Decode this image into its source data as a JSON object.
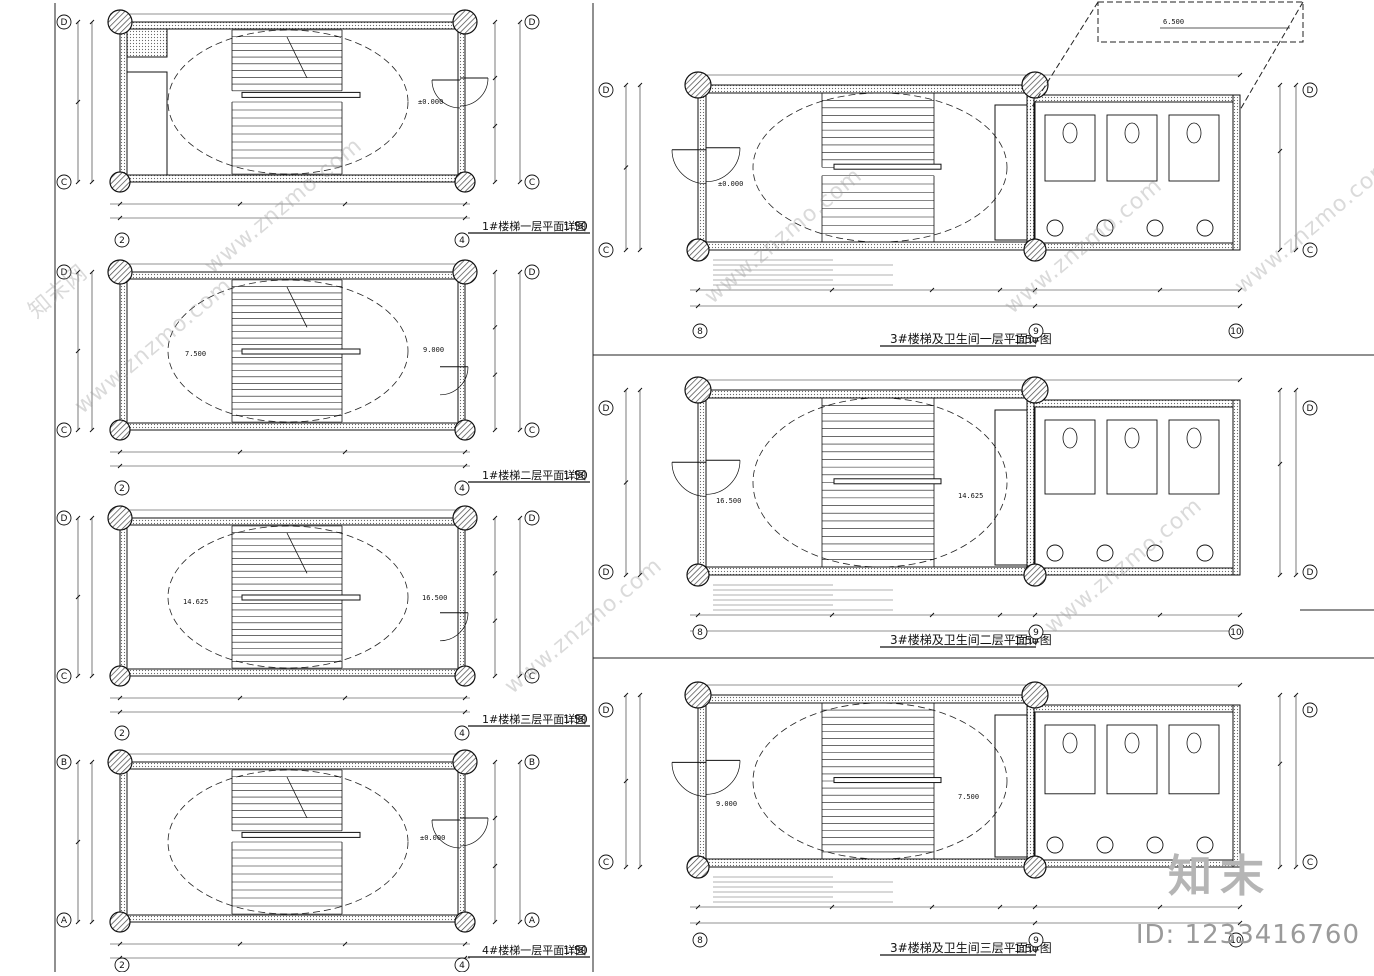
{
  "titles": {
    "p1": "1#楼梯一层平面详图",
    "p2": "1#楼梯二层平面详图",
    "p3": "1#楼梯三层平面详图",
    "p4": "4#楼梯一层平面详图",
    "r1": "3#楼梯及卫生间一层平面详图",
    "r2": "3#楼梯及卫生间二层平面详图",
    "r3": "3#楼梯及卫生间三层平面详图"
  },
  "scale": "1:50",
  "levels": {
    "p1": "±0.000",
    "p2a": "7.500",
    "p2b": "9.000",
    "p3a": "14.625",
    "p3b": "16.500",
    "p4": "±0.000",
    "r1": "±0.000",
    "r2a": "16.500",
    "r2b": "14.625",
    "r3a": "9.000",
    "r3b": "7.500",
    "roof": "6.500"
  },
  "axes": {
    "d": "D",
    "c": "C",
    "a": "A",
    "b": "B",
    "n2": "2",
    "n4": "4",
    "n8": "8",
    "n9": "9",
    "n10": "10"
  },
  "watermark": {
    "site": "www.znzmo.com",
    "brand": "知末网",
    "logo": "知末",
    "id": "ID: 1233416760"
  },
  "colors": {
    "line": "#111111",
    "wall_hatch": "#777777",
    "watermark": "#9a9a9a"
  }
}
